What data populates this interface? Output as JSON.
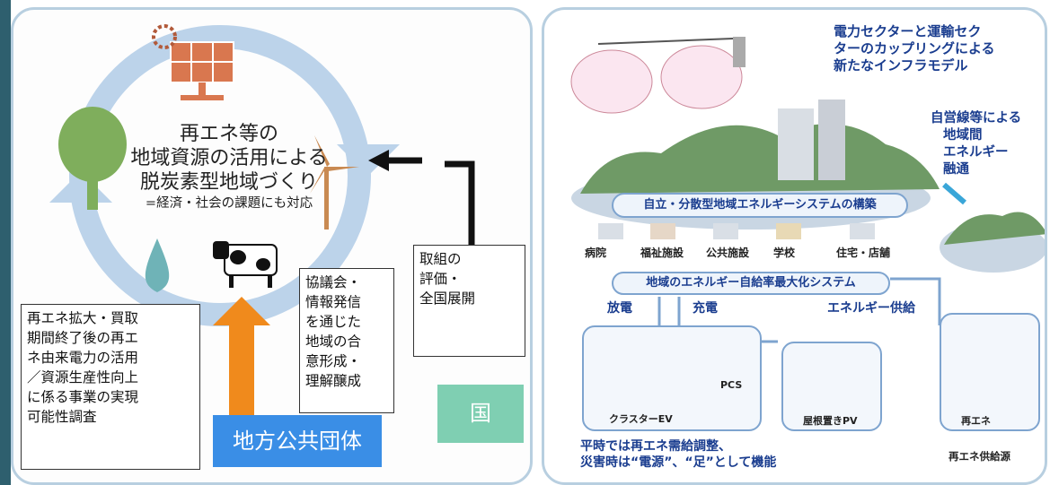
{
  "left": {
    "center": {
      "line1": "再エネ等の",
      "line2": "地域資源の活用による",
      "line3": "脱炭素型地域づくり",
      "line4": "=経済・社会の課題にも対応"
    },
    "callout_left": [
      "再エネ拡大・買取",
      "期間終了後の再エ",
      "ネ由来電力の活用",
      "／資源生産性向上",
      "に係る事業の実現",
      "可能性調査"
    ],
    "callout_mid": [
      "協議会・",
      "情報発信",
      "を通じた",
      "地域の合",
      "意形成・",
      "理解醸成"
    ],
    "callout_right": [
      "取組の",
      "評価・",
      "全国展開"
    ],
    "local_gov": "地方公共団体",
    "country": "国",
    "colors": {
      "local_gov_bg": "#3a8ee6",
      "country_bg": "#7fcfb2",
      "arrow_orange": "#f08a1c",
      "cycle": "#bcd3ea"
    }
  },
  "right": {
    "title": [
      "電力セクターと運輸セク",
      "ターのカップリングによる",
      "新たなインフラモデル"
    ],
    "side_label": [
      "自営線等による",
      "地域間",
      "エネルギー",
      "融通"
    ],
    "system_bar": "自立・分散型地域エネルギーシステムの構築",
    "facilities": [
      "病院",
      "福祉施設",
      "公共施設",
      "学校",
      "住宅・店舗"
    ],
    "max_bar": "地域のエネルギー自給率最大化システム",
    "discharge": "放電",
    "charge": "充電",
    "supply": "エネルギー供給",
    "cluster_ev": "クラスターEV",
    "pcs": "PCS",
    "roof_pv": "屋根置きPV",
    "renew": "再エネ",
    "bottom": [
      "平時では再エネ需給調整、",
      "災害時は“電源”、“足”として機能"
    ],
    "renew_source": "再エネ供給源"
  }
}
